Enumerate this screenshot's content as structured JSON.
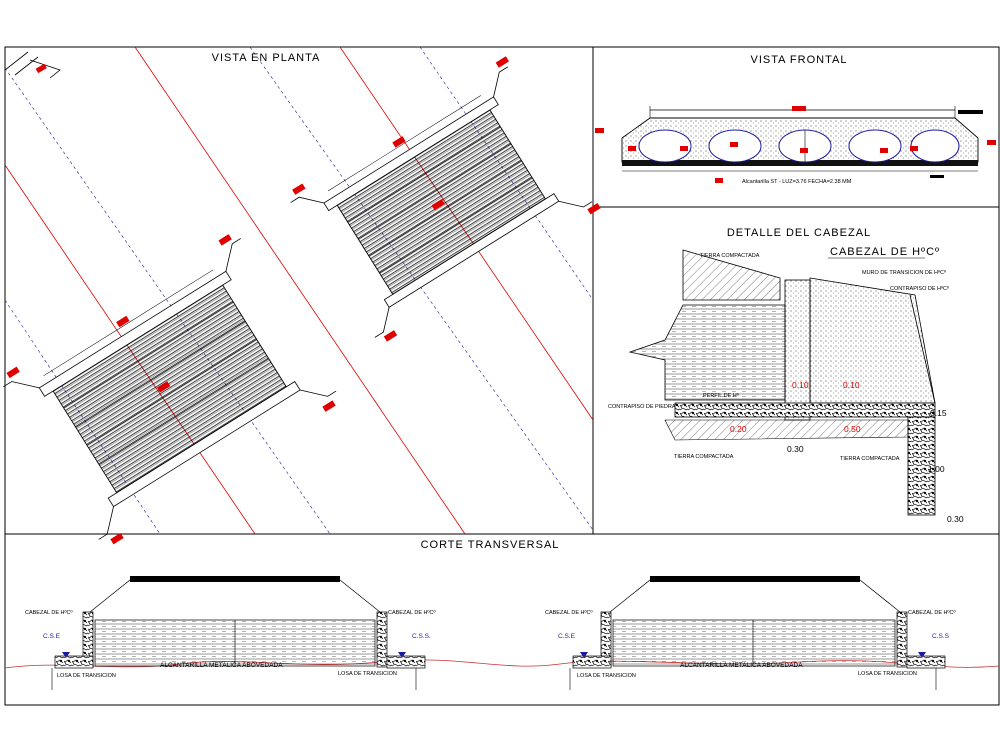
{
  "panels": {
    "plan_title": "VISTA EN PLANTA",
    "front_title": "VISTA FRONTAL",
    "detail_title": "DETALLE DEL CABEZAL",
    "section_title": "CORTE TRANSVERSAL"
  },
  "front_view": {
    "caption": "Alcantarilla ST - LUZ=3.76  FECHA=2.38 MM"
  },
  "detail": {
    "heading": "CABEZAL DE HºCº",
    "tierra_top": "TIERRA COMPACTADA",
    "muro": "MURO DE TRANSICION DE HºCº",
    "contrapiso_right": "CONTRAPISO DE HºCº",
    "contrapiso_left": "CONTRAPISO DE PIEDRA",
    "tierra_left": "TIERRA COMPACTADA",
    "tierra_right": "TIERRA COMPACTADA",
    "perfil": "PERFIL DE Hº",
    "dim_010_a": "0.10",
    "dim_010_b": "0.10",
    "dim_020": "0.20",
    "dim_050": "0.50",
    "dim_030_mid": "0.30",
    "dim_015": "0.15",
    "dim_100": "1.00",
    "dim_030_bottom": "0.30"
  },
  "section": {
    "left": {
      "cabezal_l": "CABEZAL DE HºCº",
      "cabezal_r": "CABEZAL DE HºCº",
      "cse": "C.S.E",
      "css": "C.S.S.",
      "losa_l": "LOSA DE TRANSICION",
      "losa_r": "LOSA DE TRANSICION",
      "alc": "ALCANTARILLA METALICA ABOVEDADA"
    },
    "right": {
      "cabezal_l": "CABEZAL DE HºCº",
      "cabezal_r": "CABEZAL DE HºCº",
      "cse": "C.S.E",
      "css": "C.S.S",
      "losa_l": "LOSA DE TRANSICION",
      "losa_r": "LOSA DE TRANSICION",
      "alc": "ALCANTARILLA METALICA ABOVEDADA"
    }
  },
  "colors": {
    "frame": "#000000",
    "road_edge": "#e00000",
    "road_axis": "#1a1aa0",
    "dimension_text": "#e00000",
    "ground_line": "#c83030",
    "water_level": "#1a1aa0"
  }
}
